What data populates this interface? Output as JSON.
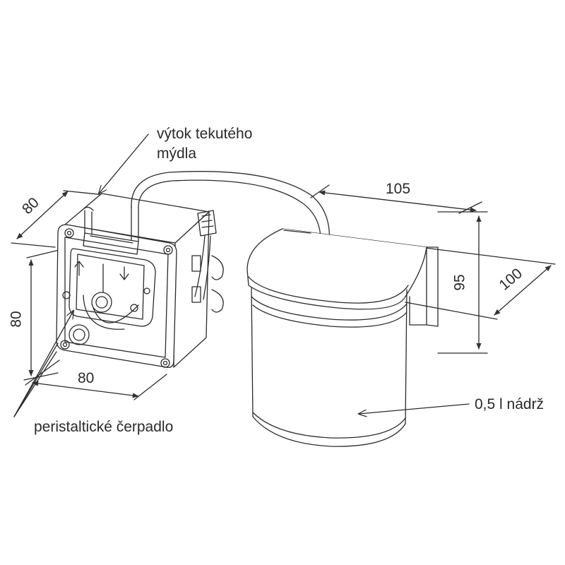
{
  "labels": {
    "outlet_line1": "výtok tekutého",
    "outlet_line2": "mýdla",
    "pump": "peristaltické čerpadlo",
    "tank": "0,5 l nádrž"
  },
  "dimensions": {
    "pump_depth": "80",
    "pump_height": "80",
    "pump_width": "80",
    "tank_length": "105",
    "tank_height": "95",
    "tank_depth": "100"
  }
}
